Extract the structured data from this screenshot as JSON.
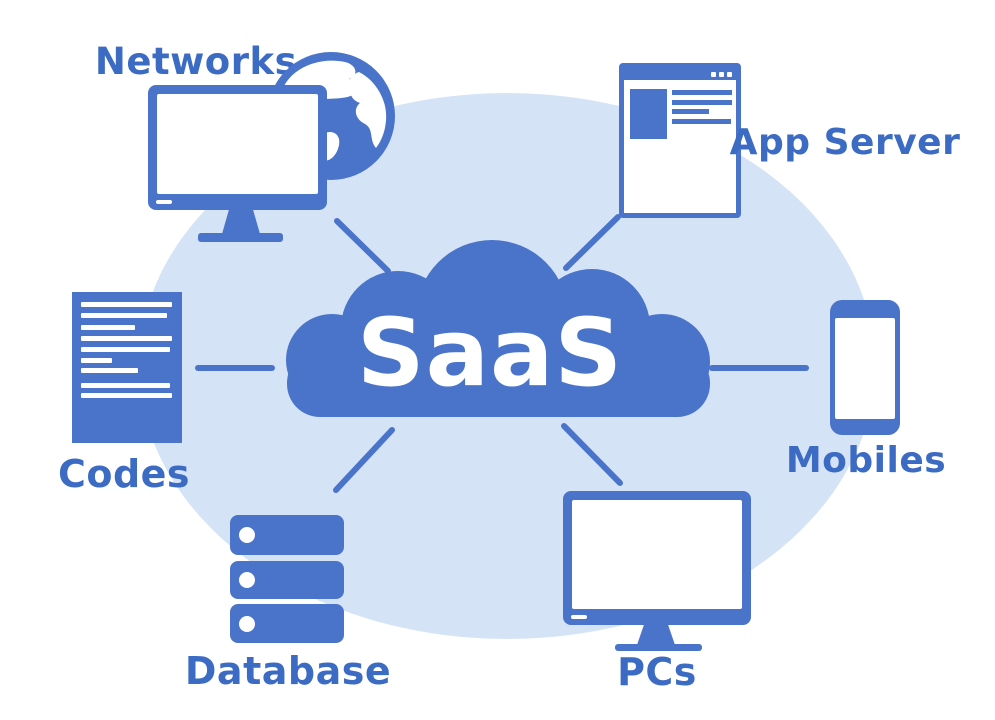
{
  "diagram": {
    "center": {
      "label": "SaaS"
    },
    "nodes": [
      {
        "id": "networks",
        "label": "Networks",
        "icon": "monitor-globe-icon"
      },
      {
        "id": "app-server",
        "label": "App Server",
        "icon": "browser-window-icon"
      },
      {
        "id": "codes",
        "label": "Codes",
        "icon": "code-document-icon"
      },
      {
        "id": "mobiles",
        "label": "Mobiles",
        "icon": "smartphone-icon"
      },
      {
        "id": "database",
        "label": "Database",
        "icon": "server-stack-icon"
      },
      {
        "id": "pcs",
        "label": "PCs",
        "icon": "desktop-monitor-icon"
      }
    ],
    "connections": [
      {
        "from": "SaaS",
        "to": "Networks"
      },
      {
        "from": "SaaS",
        "to": "App Server"
      },
      {
        "from": "SaaS",
        "to": "Codes"
      },
      {
        "from": "SaaS",
        "to": "Mobiles"
      },
      {
        "from": "SaaS",
        "to": "Database"
      },
      {
        "from": "SaaS",
        "to": "PCs"
      }
    ]
  },
  "colors": {
    "primary_blue": "#4a74ca",
    "label_blue": "#3c6bc4",
    "background_ellipse": "#d5e3f7",
    "canvas": "#ffffff",
    "white": "#ffffff"
  }
}
